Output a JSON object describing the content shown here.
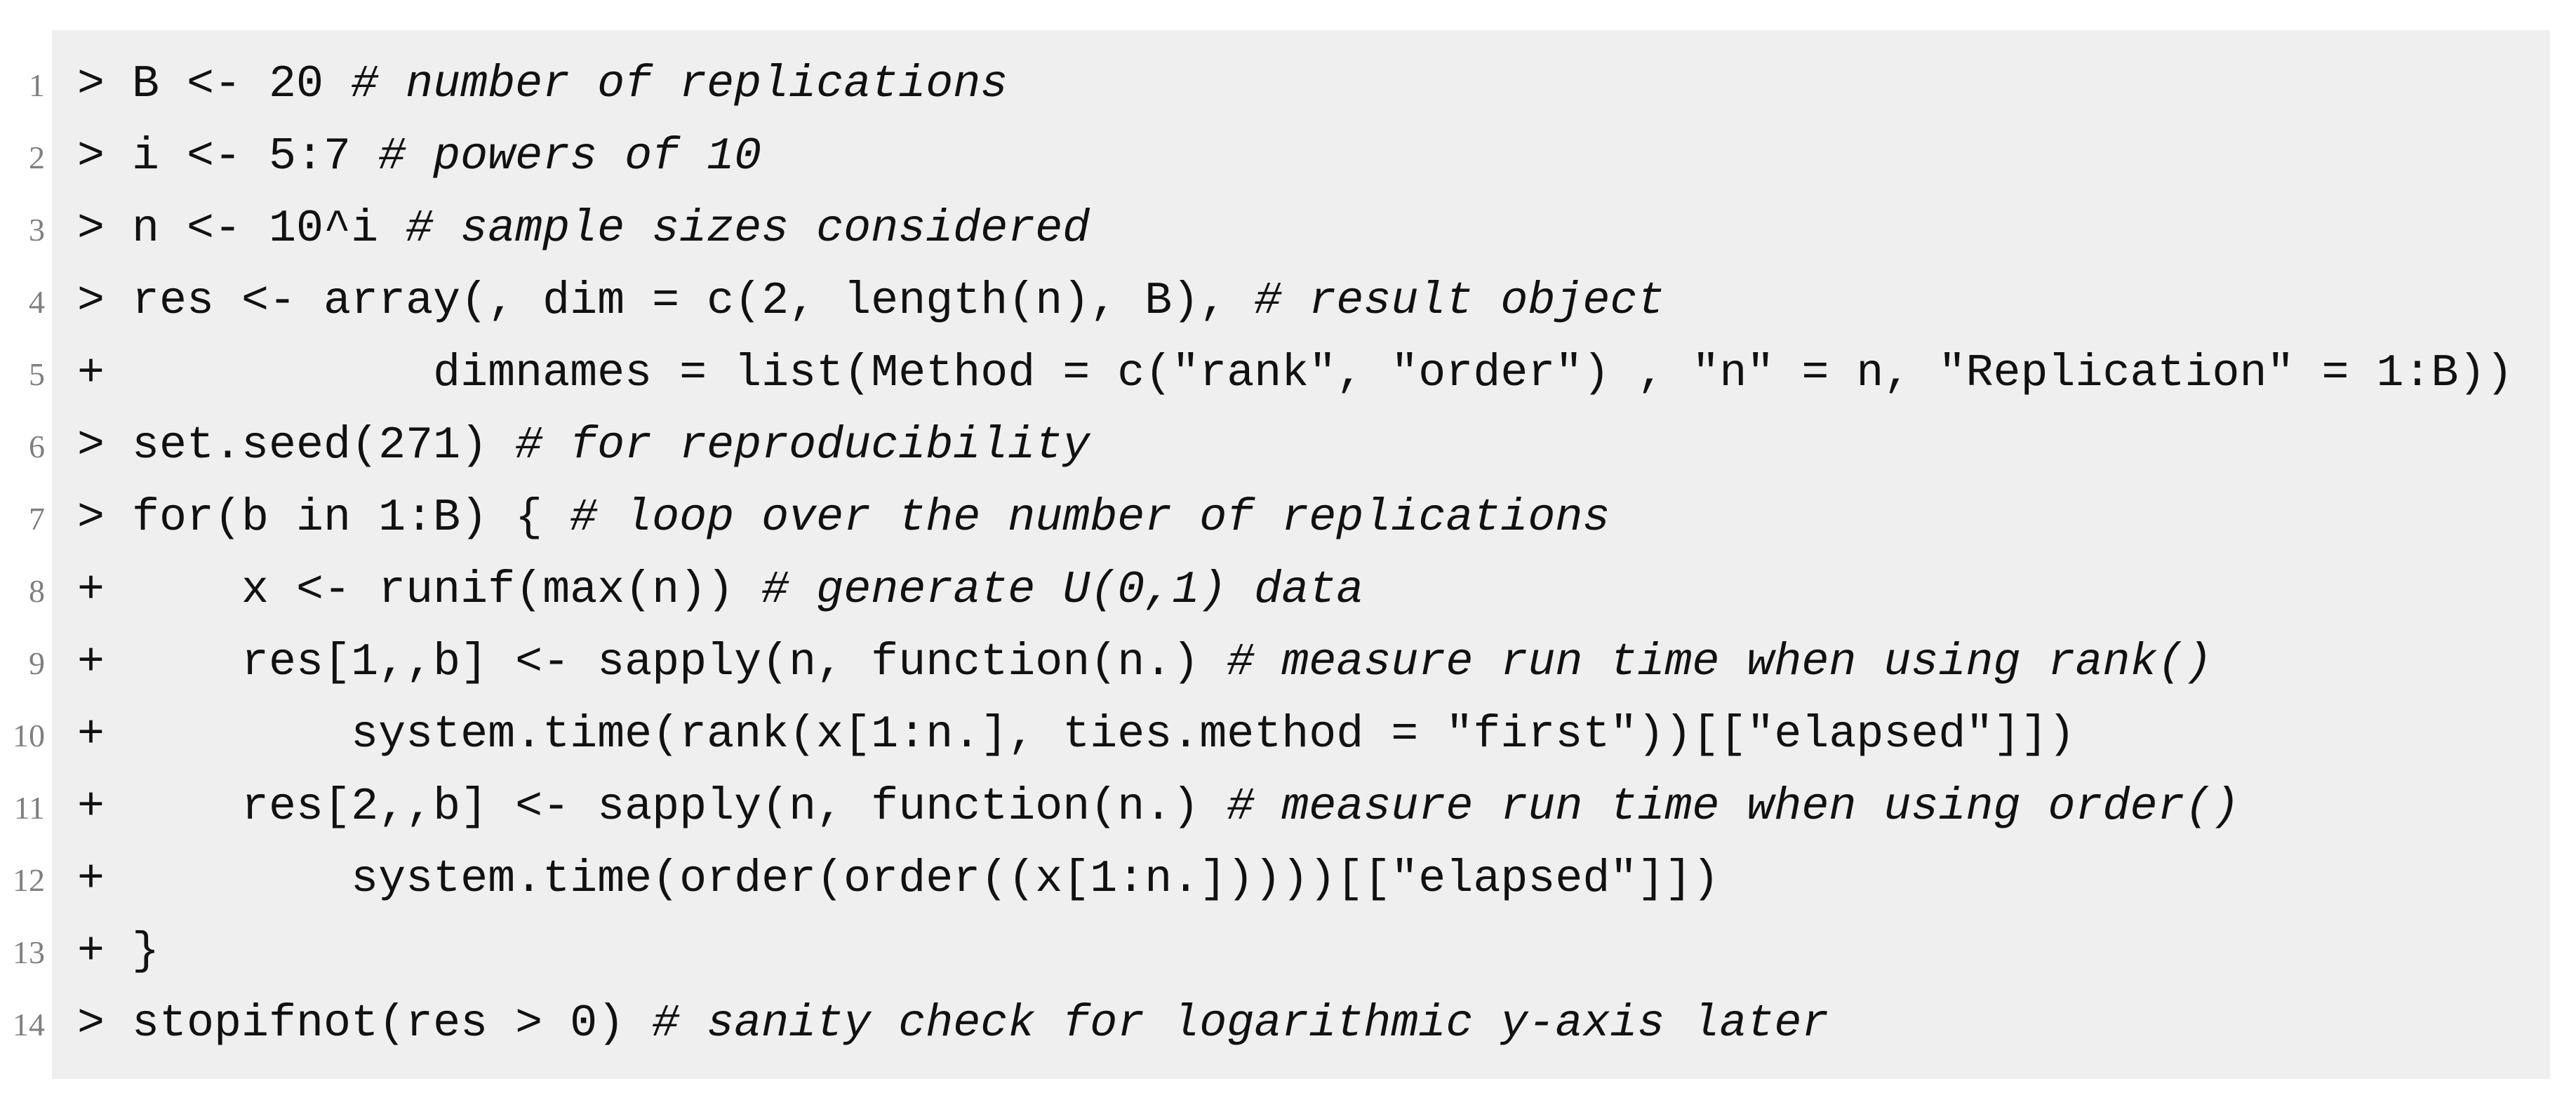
{
  "colors": {
    "panel_background": "#efefef",
    "code_text": "#111111",
    "line_number": "#7f7f7f"
  },
  "code_block": {
    "language_hint": "R console listing",
    "lines": [
      {
        "num": "1",
        "code": "> B <- 20 ",
        "comment": "# number of replications"
      },
      {
        "num": "2",
        "code": "> i <- 5:7 ",
        "comment": "# powers of 10"
      },
      {
        "num": "3",
        "code": "> n <- 10^i ",
        "comment": "# sample sizes considered"
      },
      {
        "num": "4",
        "code": "> res <- array(, dim = c(2, length(n), B), ",
        "comment": "# result object"
      },
      {
        "num": "5",
        "code": "+            dimnames = list(Method = c(\"rank\", \"order\") , \"n\" = n, \"Replication\" = 1:B))",
        "comment": ""
      },
      {
        "num": "6",
        "code": "> set.seed(271) ",
        "comment": "# for reproducibility"
      },
      {
        "num": "7",
        "code": "> for(b in 1:B) { ",
        "comment": "# loop over the number of replications"
      },
      {
        "num": "8",
        "code": "+     x <- runif(max(n)) ",
        "comment": "# generate U(0,1) data"
      },
      {
        "num": "9",
        "code": "+     res[1,,b] <- sapply(n, function(n.) ",
        "comment": "# measure run time when using rank()"
      },
      {
        "num": "10",
        "code": "+         system.time(rank(x[1:n.], ties.method = \"first\"))[[\"elapsed\"]])",
        "comment": ""
      },
      {
        "num": "11",
        "code": "+     res[2,,b] <- sapply(n, function(n.) ",
        "comment": "# measure run time when using order()"
      },
      {
        "num": "12",
        "code": "+         system.time(order(order((x[1:n.]))))[[\"elapsed\"]])",
        "comment": ""
      },
      {
        "num": "13",
        "code": "+ }",
        "comment": ""
      },
      {
        "num": "14",
        "code": "> stopifnot(res > 0) ",
        "comment": "# sanity check for logarithmic y-axis later"
      }
    ]
  }
}
